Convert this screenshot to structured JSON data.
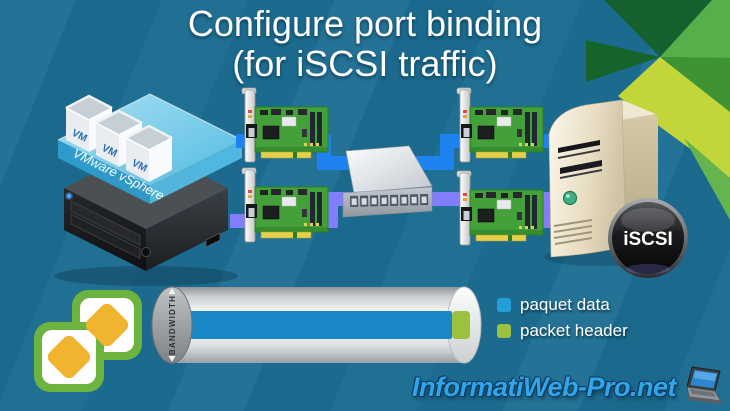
{
  "title": {
    "line1": "Configure port binding",
    "line2": "(for iSCSI traffic)"
  },
  "host": {
    "platform_label": "VMware vSphere",
    "vm_labels": [
      "VM",
      "VM",
      "VM"
    ]
  },
  "storage": {
    "badge_label": "iSCSI"
  },
  "bandwidth": {
    "label": "BANDWIDTH"
  },
  "bandwidth_bar": {
    "data_color": "#1a87c6",
    "header_color": "#9cc13f"
  },
  "links": {
    "top_color": "#1e82f0",
    "bottom_color": "#817dfb"
  },
  "legend": {
    "items": [
      {
        "label": "paquet data",
        "color": "#219fd9"
      },
      {
        "label": "packet header",
        "color": "#9cc13f"
      }
    ]
  },
  "watermark": {
    "text": "InformatiWeb-Pro.net"
  },
  "background_color": "#1c6d92"
}
